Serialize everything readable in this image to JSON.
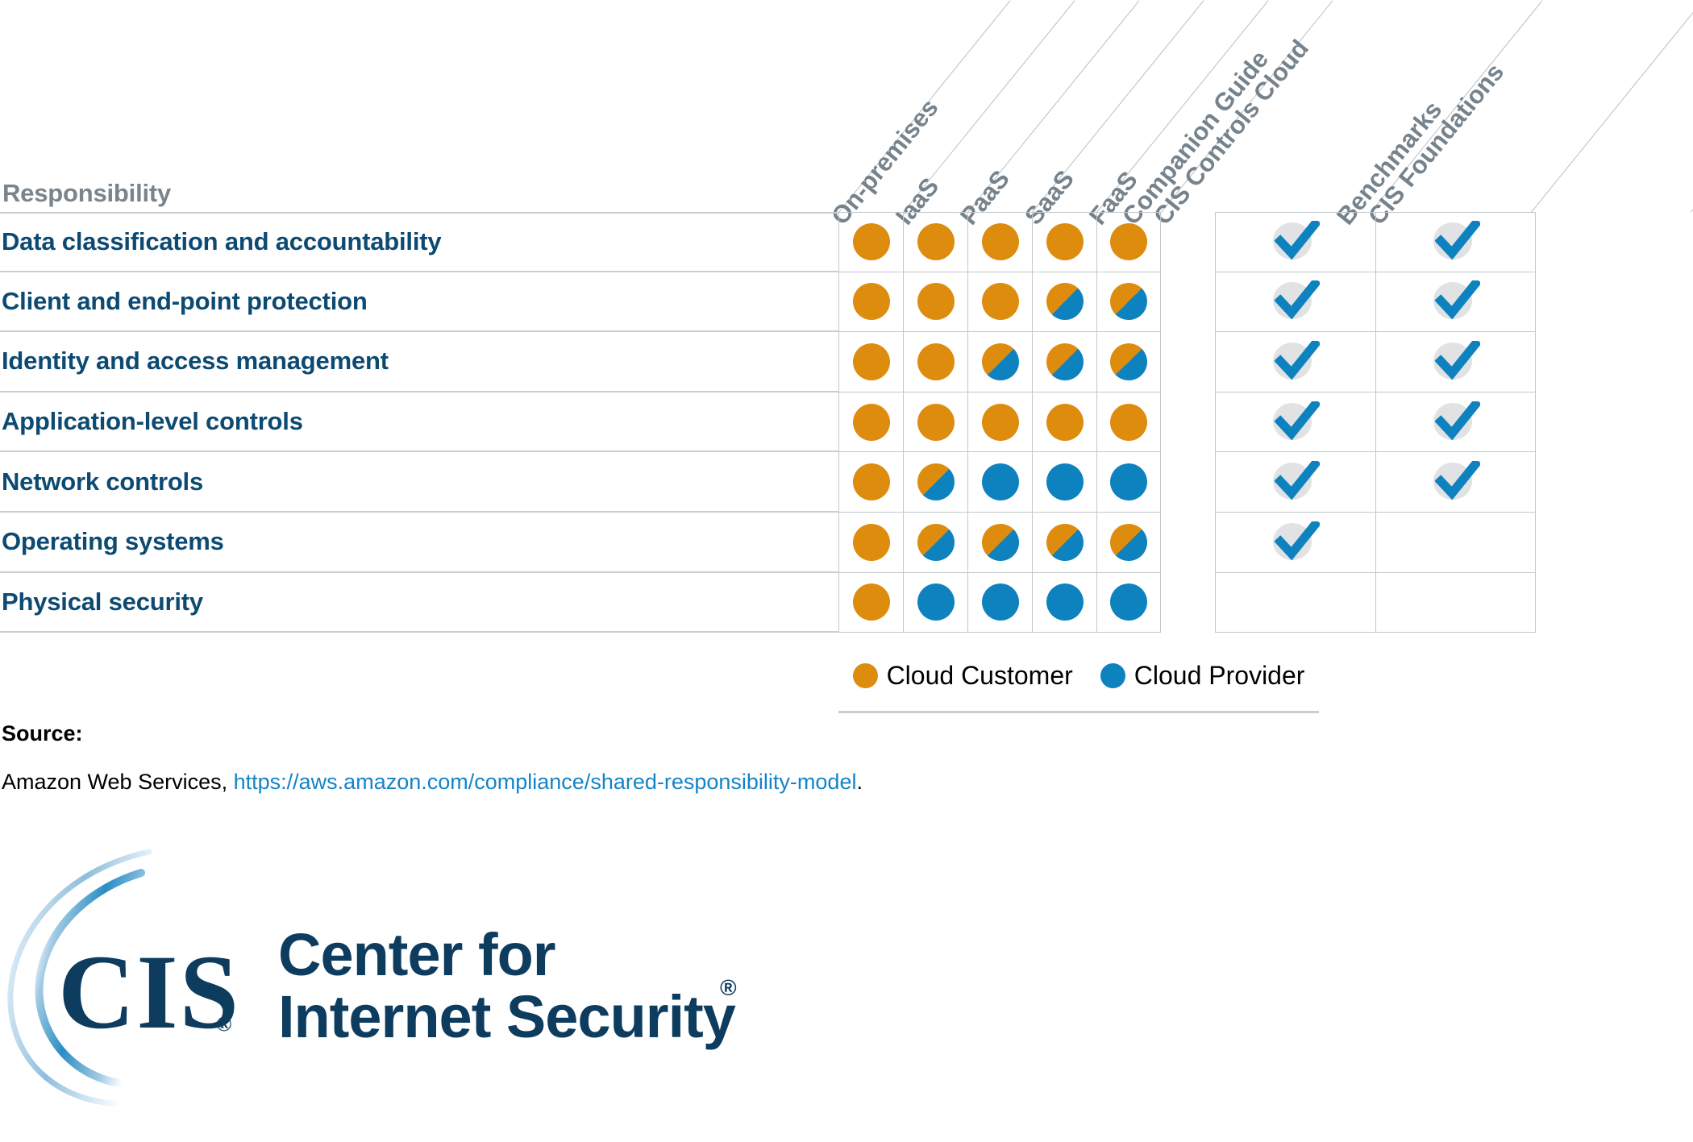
{
  "table": {
    "row_header_label": "Responsibility",
    "columns": [
      {
        "id": "on-premises",
        "label": "On-premises",
        "type": "dot"
      },
      {
        "id": "iaas",
        "label": "IaaS",
        "type": "dot"
      },
      {
        "id": "paas",
        "label": "PaaS",
        "type": "dot"
      },
      {
        "id": "saas",
        "label": "SaaS",
        "type": "dot"
      },
      {
        "id": "faas",
        "label": "FaaS",
        "type": "dot"
      },
      {
        "id": "cis-controls-cloud-companion-guide",
        "label_line1": "CIS Controls Cloud",
        "label_line2": "Companion Guide",
        "type": "check"
      },
      {
        "id": "cis-foundations-benchmarks",
        "label_line1": "CIS Foundations",
        "label_line2": "Benchmarks",
        "type": "check"
      }
    ],
    "rows": [
      {
        "label": "Data classification and accountability",
        "dots": [
          "customer",
          "customer",
          "customer",
          "customer",
          "customer"
        ],
        "checks": [
          true,
          true
        ]
      },
      {
        "label": "Client and end-point protection",
        "dots": [
          "customer",
          "customer",
          "customer",
          "split",
          "split"
        ],
        "checks": [
          true,
          true
        ]
      },
      {
        "label": "Identity and access management",
        "dots": [
          "customer",
          "customer",
          "split",
          "split",
          "split"
        ],
        "checks": [
          true,
          true
        ]
      },
      {
        "label": "Application-level controls",
        "dots": [
          "customer",
          "customer",
          "customer",
          "customer",
          "customer"
        ],
        "checks": [
          true,
          true
        ]
      },
      {
        "label": "Network controls",
        "dots": [
          "customer",
          "split",
          "provider",
          "provider",
          "provider"
        ],
        "checks": [
          true,
          true
        ]
      },
      {
        "label": "Operating systems",
        "dots": [
          "customer",
          "split",
          "split",
          "split",
          "split"
        ],
        "checks": [
          true,
          false
        ]
      },
      {
        "label": "Physical security",
        "dots": [
          "customer",
          "provider",
          "provider",
          "provider",
          "provider"
        ],
        "checks": [
          false,
          false
        ]
      }
    ]
  },
  "legend": {
    "items": [
      {
        "id": "cloud-customer",
        "label": "Cloud Customer",
        "color": "#dd8c0e"
      },
      {
        "id": "cloud-provider",
        "label": "Cloud Provider",
        "color": "#0e82bf"
      }
    ]
  },
  "source": {
    "label": "Source:",
    "prefix": "Amazon Web Services, ",
    "link_text": "https://aws.amazon.com/compliance/shared-responsibility-model",
    "suffix": "."
  },
  "logo": {
    "acronym": "CIS",
    "registered_mark": "®",
    "line1": "Center for",
    "line2": "Internet Security",
    "line2_mark": "®"
  },
  "colors": {
    "customer_orange": "#dd8c0e",
    "provider_blue": "#0e82bf",
    "row_label_navy": "#0d4a72",
    "header_gray": "#76838c",
    "grid_line": "#c2c8cc",
    "check_disc": "#e0e2e4",
    "link_blue": "#1484c8",
    "logo_navy": "#0d3c5f",
    "logo_arc_blue": "#3d9bd0"
  }
}
